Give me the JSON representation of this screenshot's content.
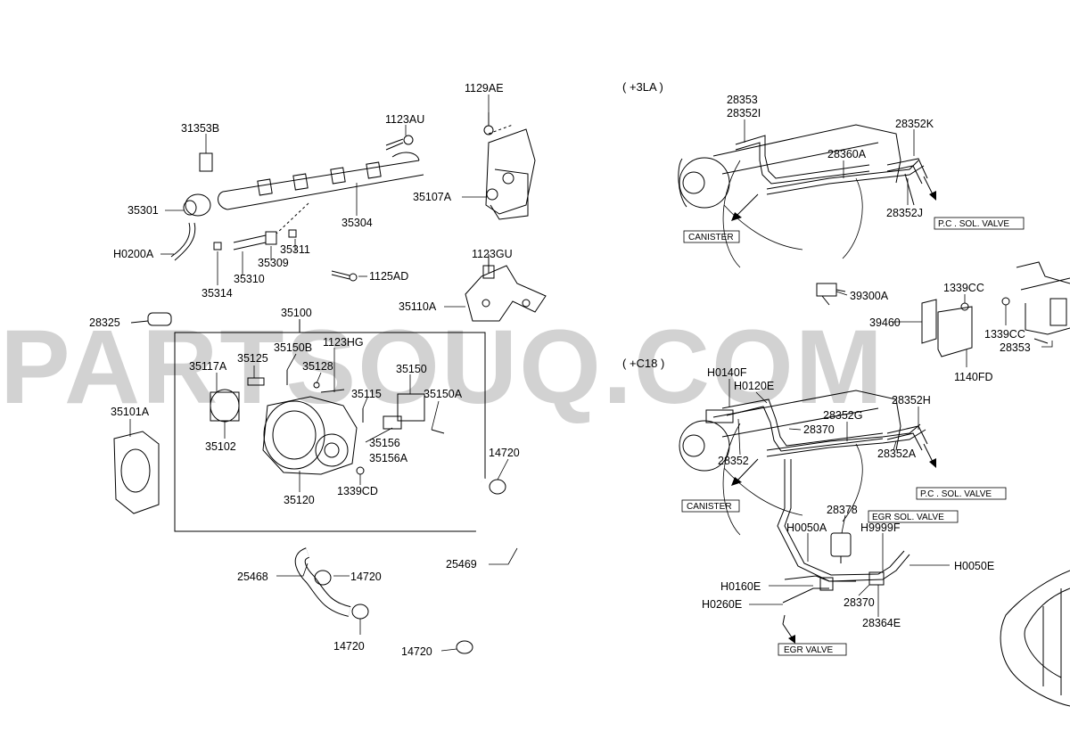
{
  "watermark": "PARTSOUQ.COM",
  "sections": {
    "la": "( +3LA )",
    "c18": "( +C18 )"
  },
  "parts": {
    "p1129AE": "1129AE",
    "p1123AU": "1123AU",
    "p31353B": "31353B",
    "p35301": "35301",
    "p35304": "35304",
    "p35107A": "35107A",
    "pH0200A": "H0200A",
    "p35311": "35311",
    "p35309": "35309",
    "p35310": "35310",
    "p35314": "35314",
    "p1125AD": "1125AD",
    "p1123GU": "1123GU",
    "p35110A": "35110A",
    "p28325": "28325",
    "p35100": "35100",
    "p35150B": "35150B",
    "p1123HG": "1123HG",
    "p35125": "35125",
    "p35117A": "35117A",
    "p35128": "35128",
    "p35150": "35150",
    "p35115": "35115",
    "p35150A": "35150A",
    "p35101A": "35101A",
    "p35102": "35102",
    "p35156": "35156",
    "p35156A": "35156A",
    "p1339CD": "1339CD",
    "p35120": "35120",
    "p14720a": "14720",
    "p14720b": "14720",
    "p14720c": "14720",
    "p14720d": "14720",
    "p25468": "25468",
    "p25469": "25469",
    "p28353a": "28353",
    "p28352I": "28352I",
    "p28352K": "28352K",
    "p28360A": "28360A",
    "p28352J": "28352J",
    "p39300A": "39300A",
    "p1339CCa": "1339CC",
    "p1339CCb": "1339CC",
    "p39460": "39460",
    "p28353b": "28353",
    "p1140FD": "1140FD",
    "pH0140F": "H0140F",
    "pH0120E": "H0120E",
    "p28352G": "28352G",
    "p28352H": "28352H",
    "p28370a": "28370",
    "p28352": "28352",
    "p28352A": "28352A",
    "p28378": "28378",
    "pH0050A": "H0050A",
    "pH9999F": "H9999F",
    "pH0050E": "H0050E",
    "pH0160E": "H0160E",
    "pH0260E": "H0260E",
    "p28370b": "28370",
    "p28364E": "28364E"
  },
  "boxes": {
    "canister1": "CANISTER",
    "pcsol1": "P.C . SOL. VALVE",
    "canister2": "CANISTER",
    "pcsol2": "P.C . SOL. VALVE",
    "egrsol": "EGR SOL. VALVE",
    "egrvalve": "EGR VALVE"
  }
}
